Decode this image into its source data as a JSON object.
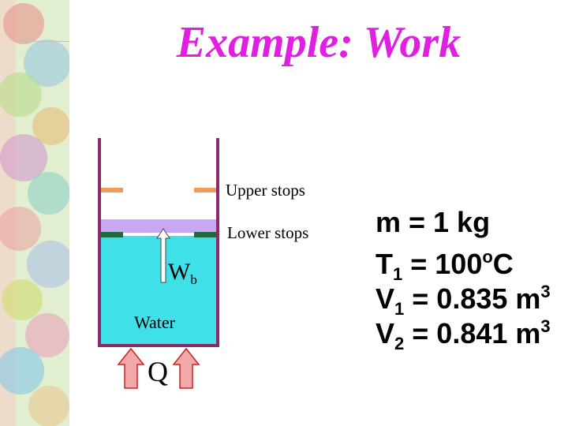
{
  "title": "Example: Work",
  "labels": {
    "upper_stops": "Upper stops",
    "lower_stops": "Lower stops",
    "water": "Water",
    "work_symbol": "W",
    "work_subscript": "b",
    "heat_symbol": "Q"
  },
  "givens": {
    "mass": {
      "text": "m = 1 kg"
    },
    "temperature": {
      "var": "T",
      "sub": "1",
      "value": " = 100",
      "sup": "o",
      "unit": "C"
    },
    "volume1": {
      "var": "V",
      "sub": "1",
      "value": " = 0.835 m",
      "sup": "3"
    },
    "volume2": {
      "var": "V",
      "sub": "2",
      "value": " = 0.841 m",
      "sup": "3"
    }
  },
  "colors": {
    "title": "#e020e0",
    "water": "#40e0e8",
    "piston": "#c8a8f0",
    "upper_stop": "#f09a5a",
    "lower_stop": "#1e6a3c",
    "cylinder_wall": "#8a2a6a",
    "heat_arrow": "#f0a8a8",
    "heat_arrow_outline": "#cc2222"
  }
}
